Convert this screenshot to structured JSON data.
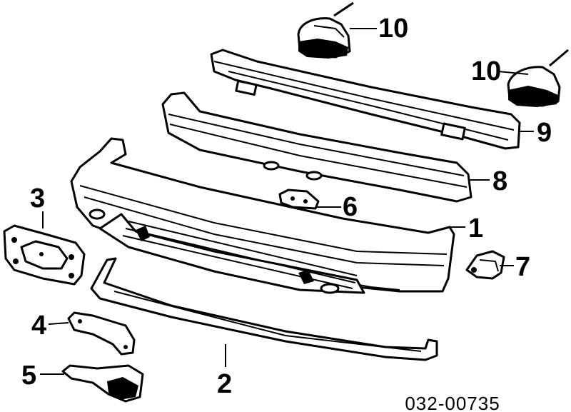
{
  "diagram": {
    "callouts": {
      "c1": "1",
      "c2": "2",
      "c3": "3",
      "c4": "4",
      "c5": "5",
      "c6": "6",
      "c7": "7",
      "c8": "8",
      "c9": "9",
      "c10a": "10",
      "c10b": "10"
    },
    "diagram_code": "032-00735"
  }
}
